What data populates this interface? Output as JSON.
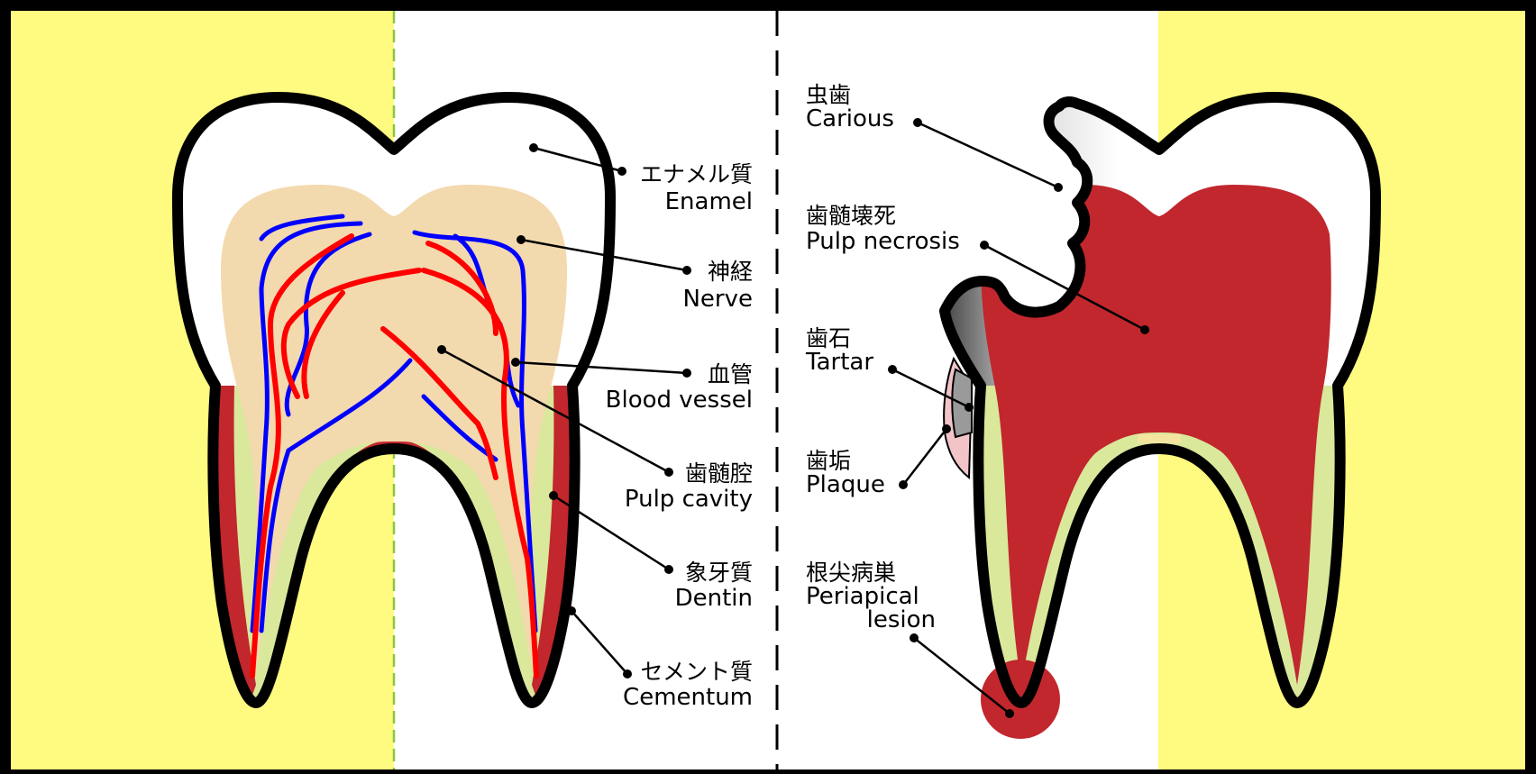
{
  "colors": {
    "frame": "#000000",
    "side_band": "#fffa80",
    "center": "#ffffff",
    "enamel": "#ffffff",
    "dentin": "#d9e89b",
    "pulp": "#f3d9ae",
    "cementum": "#c1272d",
    "nerve": "#0000ff",
    "vessel": "#ff0000",
    "necrosis": "#c1272d",
    "plaque": "#f2c4c8",
    "tartar": "#9a9a9a",
    "lesion": "#c1272d",
    "midline": "#8cc63f"
  },
  "healthy_labels": [
    {
      "id": "enamel",
      "ja": "エナメル質",
      "en": "Enamel"
    },
    {
      "id": "nerve",
      "ja": "神経",
      "en": "Nerve"
    },
    {
      "id": "blood-vessel",
      "ja": "血管",
      "en": "Blood vessel"
    },
    {
      "id": "pulp-cavity",
      "ja": "歯髄腔",
      "en": "Pulp cavity"
    },
    {
      "id": "dentin",
      "ja": "象牙質",
      "en": "Dentin"
    },
    {
      "id": "cementum",
      "ja": "セメント質",
      "en": "Cementum"
    }
  ],
  "disease_labels": [
    {
      "id": "carious",
      "ja": "虫歯",
      "en": [
        "Carious"
      ]
    },
    {
      "id": "pulp-necrosis",
      "ja": "歯髄壊死",
      "en": [
        "Pulp necrosis"
      ]
    },
    {
      "id": "tartar",
      "ja": "歯石",
      "en": [
        "Tartar"
      ]
    },
    {
      "id": "plaque",
      "ja": "歯垢",
      "en": [
        "Plaque"
      ]
    },
    {
      "id": "periapical-lesion",
      "ja": "根尖病巣",
      "en": [
        "Periapical",
        "lesion"
      ]
    }
  ]
}
